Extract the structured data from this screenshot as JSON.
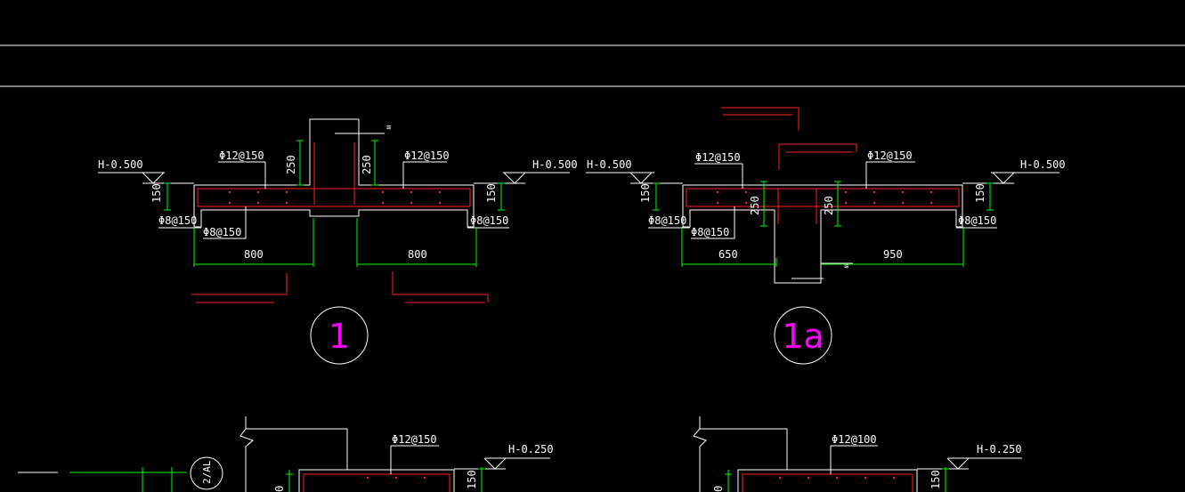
{
  "colors": {
    "background": "#000000",
    "outline": "#ffffff",
    "rebar": "#ff2020",
    "dimension": "#00ff00",
    "tag_text": "#ff00ff"
  },
  "section_1": {
    "left_level": "H-0.500",
    "right_level": "H-0.500",
    "left_top_bar": "Φ12@150",
    "right_top_bar": "Φ12@150",
    "left_stirrup_a": "Φ8@150",
    "left_stirrup_b": "Φ8@150",
    "right_stirrup": "Φ8@150",
    "left_thickness": "150",
    "right_thickness": "150",
    "wall_left_dim": "250",
    "wall_right_dim": "250",
    "left_width": "800",
    "right_width": "800",
    "tag": "1"
  },
  "section_1a": {
    "left_level": "H-0.500",
    "right_level": "H-0.500",
    "left_top_bar": "Φ12@150",
    "right_top_bar": "Φ12@150",
    "left_stirrup_a": "Φ8@150",
    "left_stirrup_b": "Φ8@150",
    "right_stirrup": "Φ8@150",
    "left_thickness": "150",
    "right_thickness": "150",
    "wall_left_dim": "250",
    "wall_right_dim": "250",
    "left_width": "650",
    "right_width": "950",
    "tag": "1a"
  },
  "section_lower_left": {
    "top_bar": "Φ12@150",
    "level": "H-0.250",
    "thickness": "150",
    "side_dim": "0",
    "axis_tag": "2/AL"
  },
  "section_lower_right": {
    "top_bar": "Φ12@100",
    "level": "H-0.250",
    "thickness": "150",
    "side_dim": "0"
  }
}
